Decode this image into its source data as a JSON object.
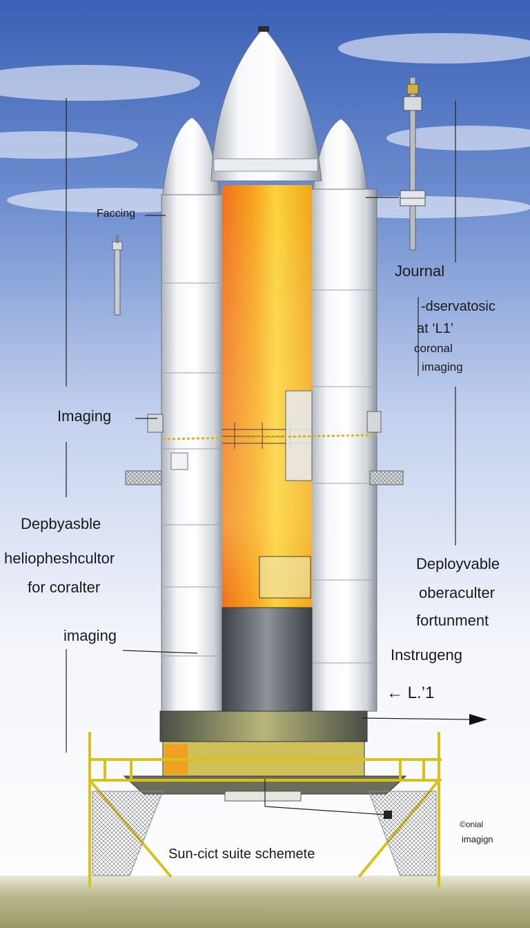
{
  "labels": {
    "facing": "Faccing",
    "journal": "Journal",
    "observatory_line1": "-dservatosic",
    "observatory_line2": "at ‘L1’",
    "observatory_line3": "coronal",
    "observatory_line4": "imaging",
    "imaging_left": "Imaging",
    "deployable_left_line1": "Depbyasble",
    "deployable_left_line2": "heliopheshcultor",
    "deployable_left_line3": "for coralter",
    "imaging_left_lower": "imaging",
    "deployable_right_line1": "Deployvable",
    "deployable_right_line2": "oberaculter",
    "deployable_right_line3": "fortunment",
    "instrument": "Instrugeng",
    "l1_marker": "← L.’1",
    "coronal_small_line1": "©onial",
    "coronal_small_line2": "imagign",
    "scheme_caption": "Sun-cict suite schemete"
  },
  "colors": {
    "sky_top": "#3c62b8",
    "sky_bottom": "#ffffff",
    "core_orange": "#f47a1c",
    "core_yellow": "#f9c21a",
    "booster_white": "#eef1f4",
    "tower_yellow": "#d9c21c",
    "ground": "#a9a87c"
  }
}
